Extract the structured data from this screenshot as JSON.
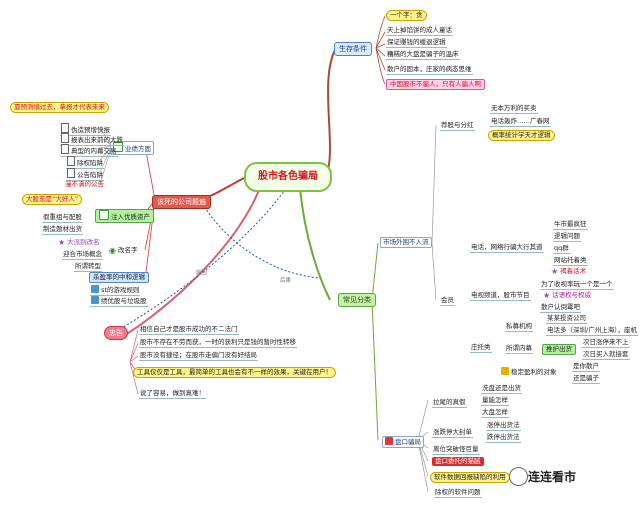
{
  "central": "股市各色骗局",
  "left": {
    "trap": {
      "label": "该死的公司题遍",
      "groups": {
        "earnings": {
          "label": "业绩方面",
          "note": "靠预测填过去，拿报才代表未来",
          "items": [
            "伪造预增快报",
            "报表出来前的大跌",
            "典型的内幕交易",
            "除权陷阱",
            "公告陷阱"
          ],
          "red": "漫不满的公告"
        },
        "inject": {
          "label": "注入优质资产",
          "note": "大股东是“大好人”",
          "items": [
            "假重组与配股",
            "制造题材出货"
          ]
        },
        "rename": {
          "label": "改名字",
          "star": "大派别改名",
          "items": [
            "迎合市场概念",
            "所谓转型"
          ]
        },
        "sinister": {
          "label": "杀盈率的中和逻辑",
          "items": [
            "st的游戏规则",
            "绩优股与垃圾股"
          ]
        }
      }
    },
    "advice": {
      "label": "忠告",
      "items": [
        "相信自己才是股市成功的不二法门",
        "股市不存在不劳而获，一时的获利只是钱的暂时性转移",
        "股市没有捷径；在股市走偏门没有好结局"
      ],
      "highlight": "工具仅仅是工具，最简单的工具也会有不一样的效果，关键在用户！",
      "last": "说了容易，做到真难！"
    }
  },
  "right": {
    "survival": {
      "label": "生存条件",
      "yellow": "一个字：贪",
      "items": [
        "天上掉馅饼的成人童话",
        "保证赚钱的缓退逻辑",
        "糟糕的大盘是骗子的温床",
        "散户的固本，庄家的病态思维"
      ],
      "pink": "中国股市不骗人，只有人骗人啊"
    },
    "common": {
      "label": "常见分类",
      "outside": {
        "label": "市场外围不入流",
        "recommend": {
          "label": "荐股与分红",
          "items": [
            "无本万利的买卖",
            "电话轰炸……广春网"
          ],
          "highlight": "概率统计学天才逻辑"
        },
        "member": {
          "label": "会员",
          "phone": {
            "label": "电话，网络行骗大行其道",
            "items": [
              "牛市最疯狂",
              "逻辑问题",
              "qq群",
              "网站托着类"
            ],
            "tag": "褐着话术"
          },
          "tv": {
            "label": "电视频道，股市节目",
            "items": [
              "为了收视率玩一个是一个",
              "散户认倒霉吧"
            ],
            "tag": "话语权与权威"
          },
          "villa": {
            "label": "庄托类",
            "fund": "私募机构",
            "fund_items": [
              "某某投资公司",
              "电话多（深圳/广州上海），座机"
            ],
            "expert": "所谓内幕",
            "expert_tag": "推护出货",
            "expert_items": [
              "次日涨停来不上",
              "次日买入就接套"
            ],
            "target": "稳定盈利的对象",
            "target_items": [
              "是你散户",
              "还是骗子"
            ]
          }
        }
      },
      "pan": {
        "label": "盘口骗局",
        "raise": {
          "label": "拉尾的真假",
          "items": [
            "洗盘还是出货",
            "量能怎样",
            "大盘怎样"
          ]
        },
        "big": {
          "label": "涨跌停大封单",
          "items": [
            "涨停出货法",
            "跌停出货法"
          ]
        },
        "items": [
          "离位突破怪巨量"
        ],
        "red": "盘口委托的猫腻",
        "highlight": "软件数据回报缺陷的利用",
        "last": "除权的软件问题"
      }
    }
  },
  "connector_labels": [
    "前因",
    "后果"
  ],
  "watermark": "连连看市"
}
